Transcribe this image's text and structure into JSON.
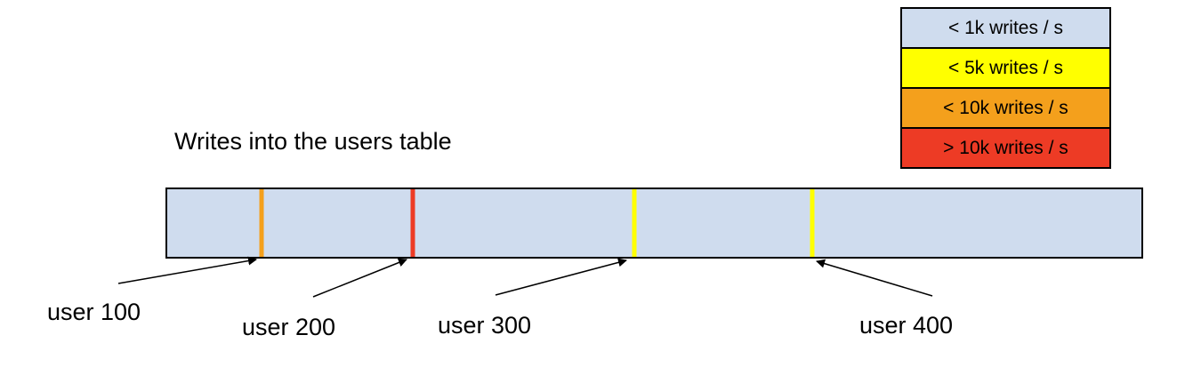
{
  "title": "Writes into the users table",
  "legend": {
    "items": [
      {
        "label": "< 1k writes / s",
        "color": "#cfdcee"
      },
      {
        "label": "< 5k writes / s",
        "color": "#ffff00"
      },
      {
        "label": "< 10k writes / s",
        "color": "#f4a01c"
      },
      {
        "label": "> 10k writes / s",
        "color": "#ed3b25"
      }
    ]
  },
  "bar": {
    "fill": "#cfdcee",
    "border_color": "#000000",
    "markers": [
      {
        "user": "user 100",
        "color": "#f4a01c",
        "position_pct": 9.7
      },
      {
        "user": "user 200",
        "color": "#ed3b25",
        "position_pct": 25.2
      },
      {
        "user": "user 300",
        "color": "#ffff00",
        "position_pct": 47.9
      },
      {
        "user": "user 400",
        "color": "#ffff00",
        "position_pct": 66.2
      }
    ]
  }
}
